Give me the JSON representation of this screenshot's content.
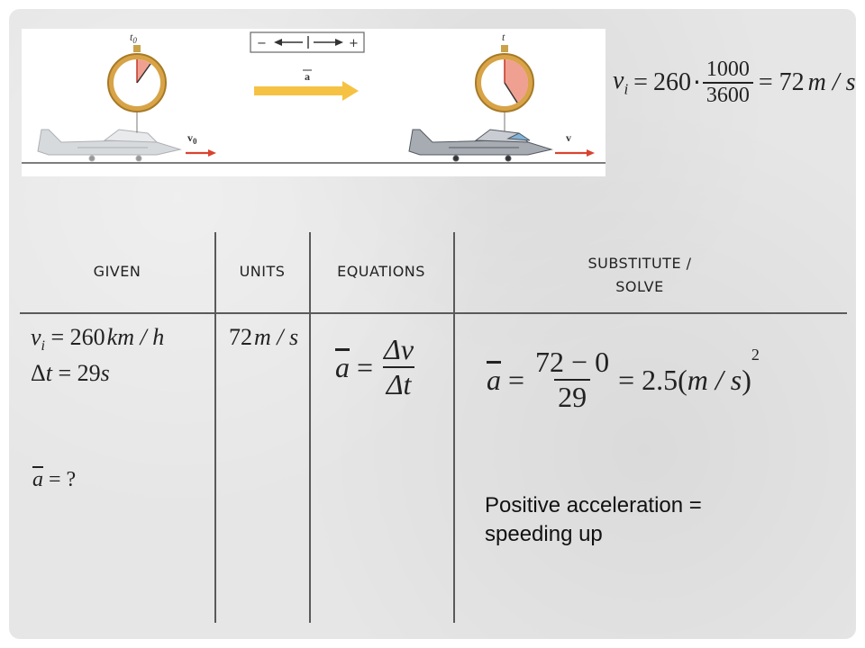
{
  "diagram": {
    "t0_label": "t",
    "t0_sub": "0",
    "t_label": "t",
    "direction_minus": "−",
    "direction_plus": "+",
    "accel_label": "a",
    "v0_label": "v",
    "v0_sub": "0",
    "v_label": "v"
  },
  "conversion": {
    "lhs_symbol": "v",
    "lhs_sub": "i",
    "eq": "=",
    "value": "260",
    "mult": "⋅",
    "num": "1000",
    "den": "3600",
    "result": "= 72",
    "unit": "m / s"
  },
  "table": {
    "headers": {
      "given": "GIVEN",
      "units": "UNITS",
      "equations": "EQUATIONS",
      "substitute_line1": "SUBSTITUTE /",
      "substitute_line2": "SOLVE"
    },
    "given": {
      "vi_symbol": "v",
      "vi_sub": "i",
      "vi_value": "= 260",
      "vi_unit": "km / h",
      "dt_delta": "Δ",
      "dt_symbol": "t",
      "dt_value": "= 29",
      "dt_unit": "s",
      "a_symbol": "a",
      "a_value": "= ?"
    },
    "units": {
      "value": "72",
      "unit": "m / s"
    },
    "equation": {
      "lhs": "a",
      "eq": "=",
      "num": "Δv",
      "den": "Δt"
    },
    "solve": {
      "lhs": "a",
      "eq": "=",
      "num": "72 − 0",
      "den": "29",
      "result": "= 2.5(",
      "unit": "m / s",
      "close": ")",
      "exp": "2"
    }
  },
  "note": {
    "line1": "Positive acceleration =",
    "line2": "speeding up"
  }
}
